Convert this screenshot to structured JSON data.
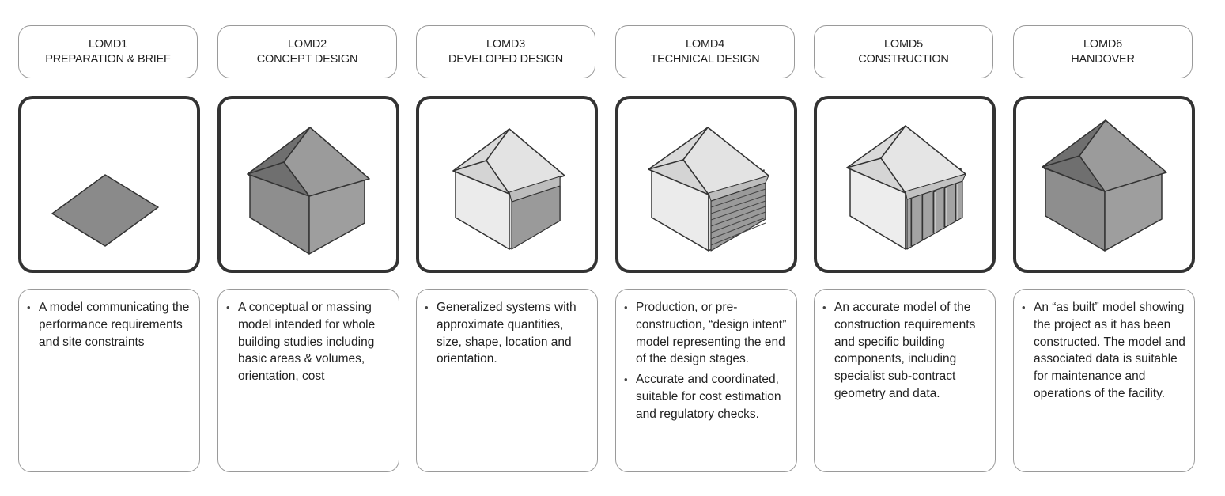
{
  "stages": [
    {
      "code": "LOMD1",
      "name": "PREPARATION & BRIEF",
      "bullets": [
        "A model communicating the performance requirements and site constraints"
      ]
    },
    {
      "code": "LOMD2",
      "name": "CONCEPT DESIGN",
      "bullets": [
        "A conceptual or massing model intended for whole building studies including basic areas & volumes, orientation, cost"
      ]
    },
    {
      "code": "LOMD3",
      "name": "DEVELOPED DESIGN",
      "bullets": [
        "Generalized systems with approximate quantities, size, shape, location and orientation."
      ]
    },
    {
      "code": "LOMD4",
      "name": "TECHNICAL DESIGN",
      "bullets": [
        "Production, or pre-construction, “design intent” model representing the end of the design stages.",
        "Accurate and coordinated, suitable for cost estimation and regulatory checks."
      ]
    },
    {
      "code": "LOMD5",
      "name": "CONSTRUCTION",
      "bullets": [
        "An accurate model of the construction requirements and specific building components, including specialist sub-contract geometry and data."
      ]
    },
    {
      "code": "LOMD6",
      "name": "HANDOVER",
      "bullets": [
        "An “as built” model showing the project as it has been constructed. The model and associated data is suitable for maintenance and operations of the facility."
      ]
    }
  ],
  "illustrations": [
    {
      "icon": "site-plane-icon",
      "style": "flat-grey"
    },
    {
      "icon": "house-mass-icon",
      "style": "solid-grey"
    },
    {
      "icon": "house-outline-icon",
      "style": "light-with-panel"
    },
    {
      "icon": "house-outline-icon",
      "style": "light-with-horizontal-panels"
    },
    {
      "icon": "house-outline-icon",
      "style": "light-with-vertical-studs"
    },
    {
      "icon": "house-mass-icon",
      "style": "solid-grey"
    }
  ],
  "colors": {
    "frame_border": "#333333",
    "card_border": "#9a9a9a",
    "dark_grey": "#8a8a8a",
    "mid_grey": "#9b9b9b",
    "light_grey": "#e6e6e6",
    "roof_dark": "#6f6f6f"
  }
}
